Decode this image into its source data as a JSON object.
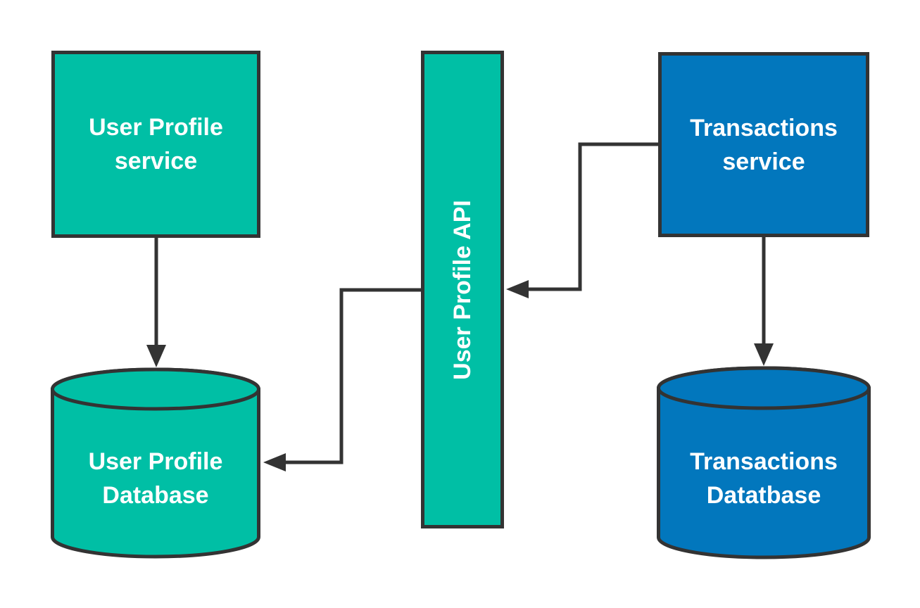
{
  "colors": {
    "teal": "#00BFA5",
    "blue": "#0277BD",
    "stroke": "#333333",
    "label_text": "#FFFFFF",
    "background": "#FFFFFF"
  },
  "nodes": {
    "user_profile_service": {
      "type": "service",
      "shape": "rectangle",
      "fill": "teal",
      "line1": "User Profile",
      "line2": "service"
    },
    "user_profile_api": {
      "type": "api",
      "shape": "rectangle-vertical",
      "fill": "teal",
      "label": "User Profile API"
    },
    "transactions_service": {
      "type": "service",
      "shape": "rectangle",
      "fill": "blue",
      "line1": "Transactions",
      "line2": "service"
    },
    "user_profile_database": {
      "type": "database",
      "shape": "cylinder",
      "fill": "teal",
      "line1": "User Profile",
      "line2": "Database"
    },
    "transactions_database": {
      "type": "database",
      "shape": "cylinder",
      "fill": "blue",
      "line1": "Transactions",
      "line2": "Datatbase"
    }
  },
  "edges": [
    {
      "from": "user_profile_service",
      "to": "user_profile_database",
      "style": "arrow-down"
    },
    {
      "from": "transactions_service",
      "to": "user_profile_api",
      "style": "arrow-left, two bends"
    },
    {
      "from": "user_profile_api",
      "to": "user_profile_database",
      "style": "arrow-left, two bends"
    },
    {
      "from": "transactions_service",
      "to": "transactions_database",
      "style": "arrow-down"
    }
  ]
}
